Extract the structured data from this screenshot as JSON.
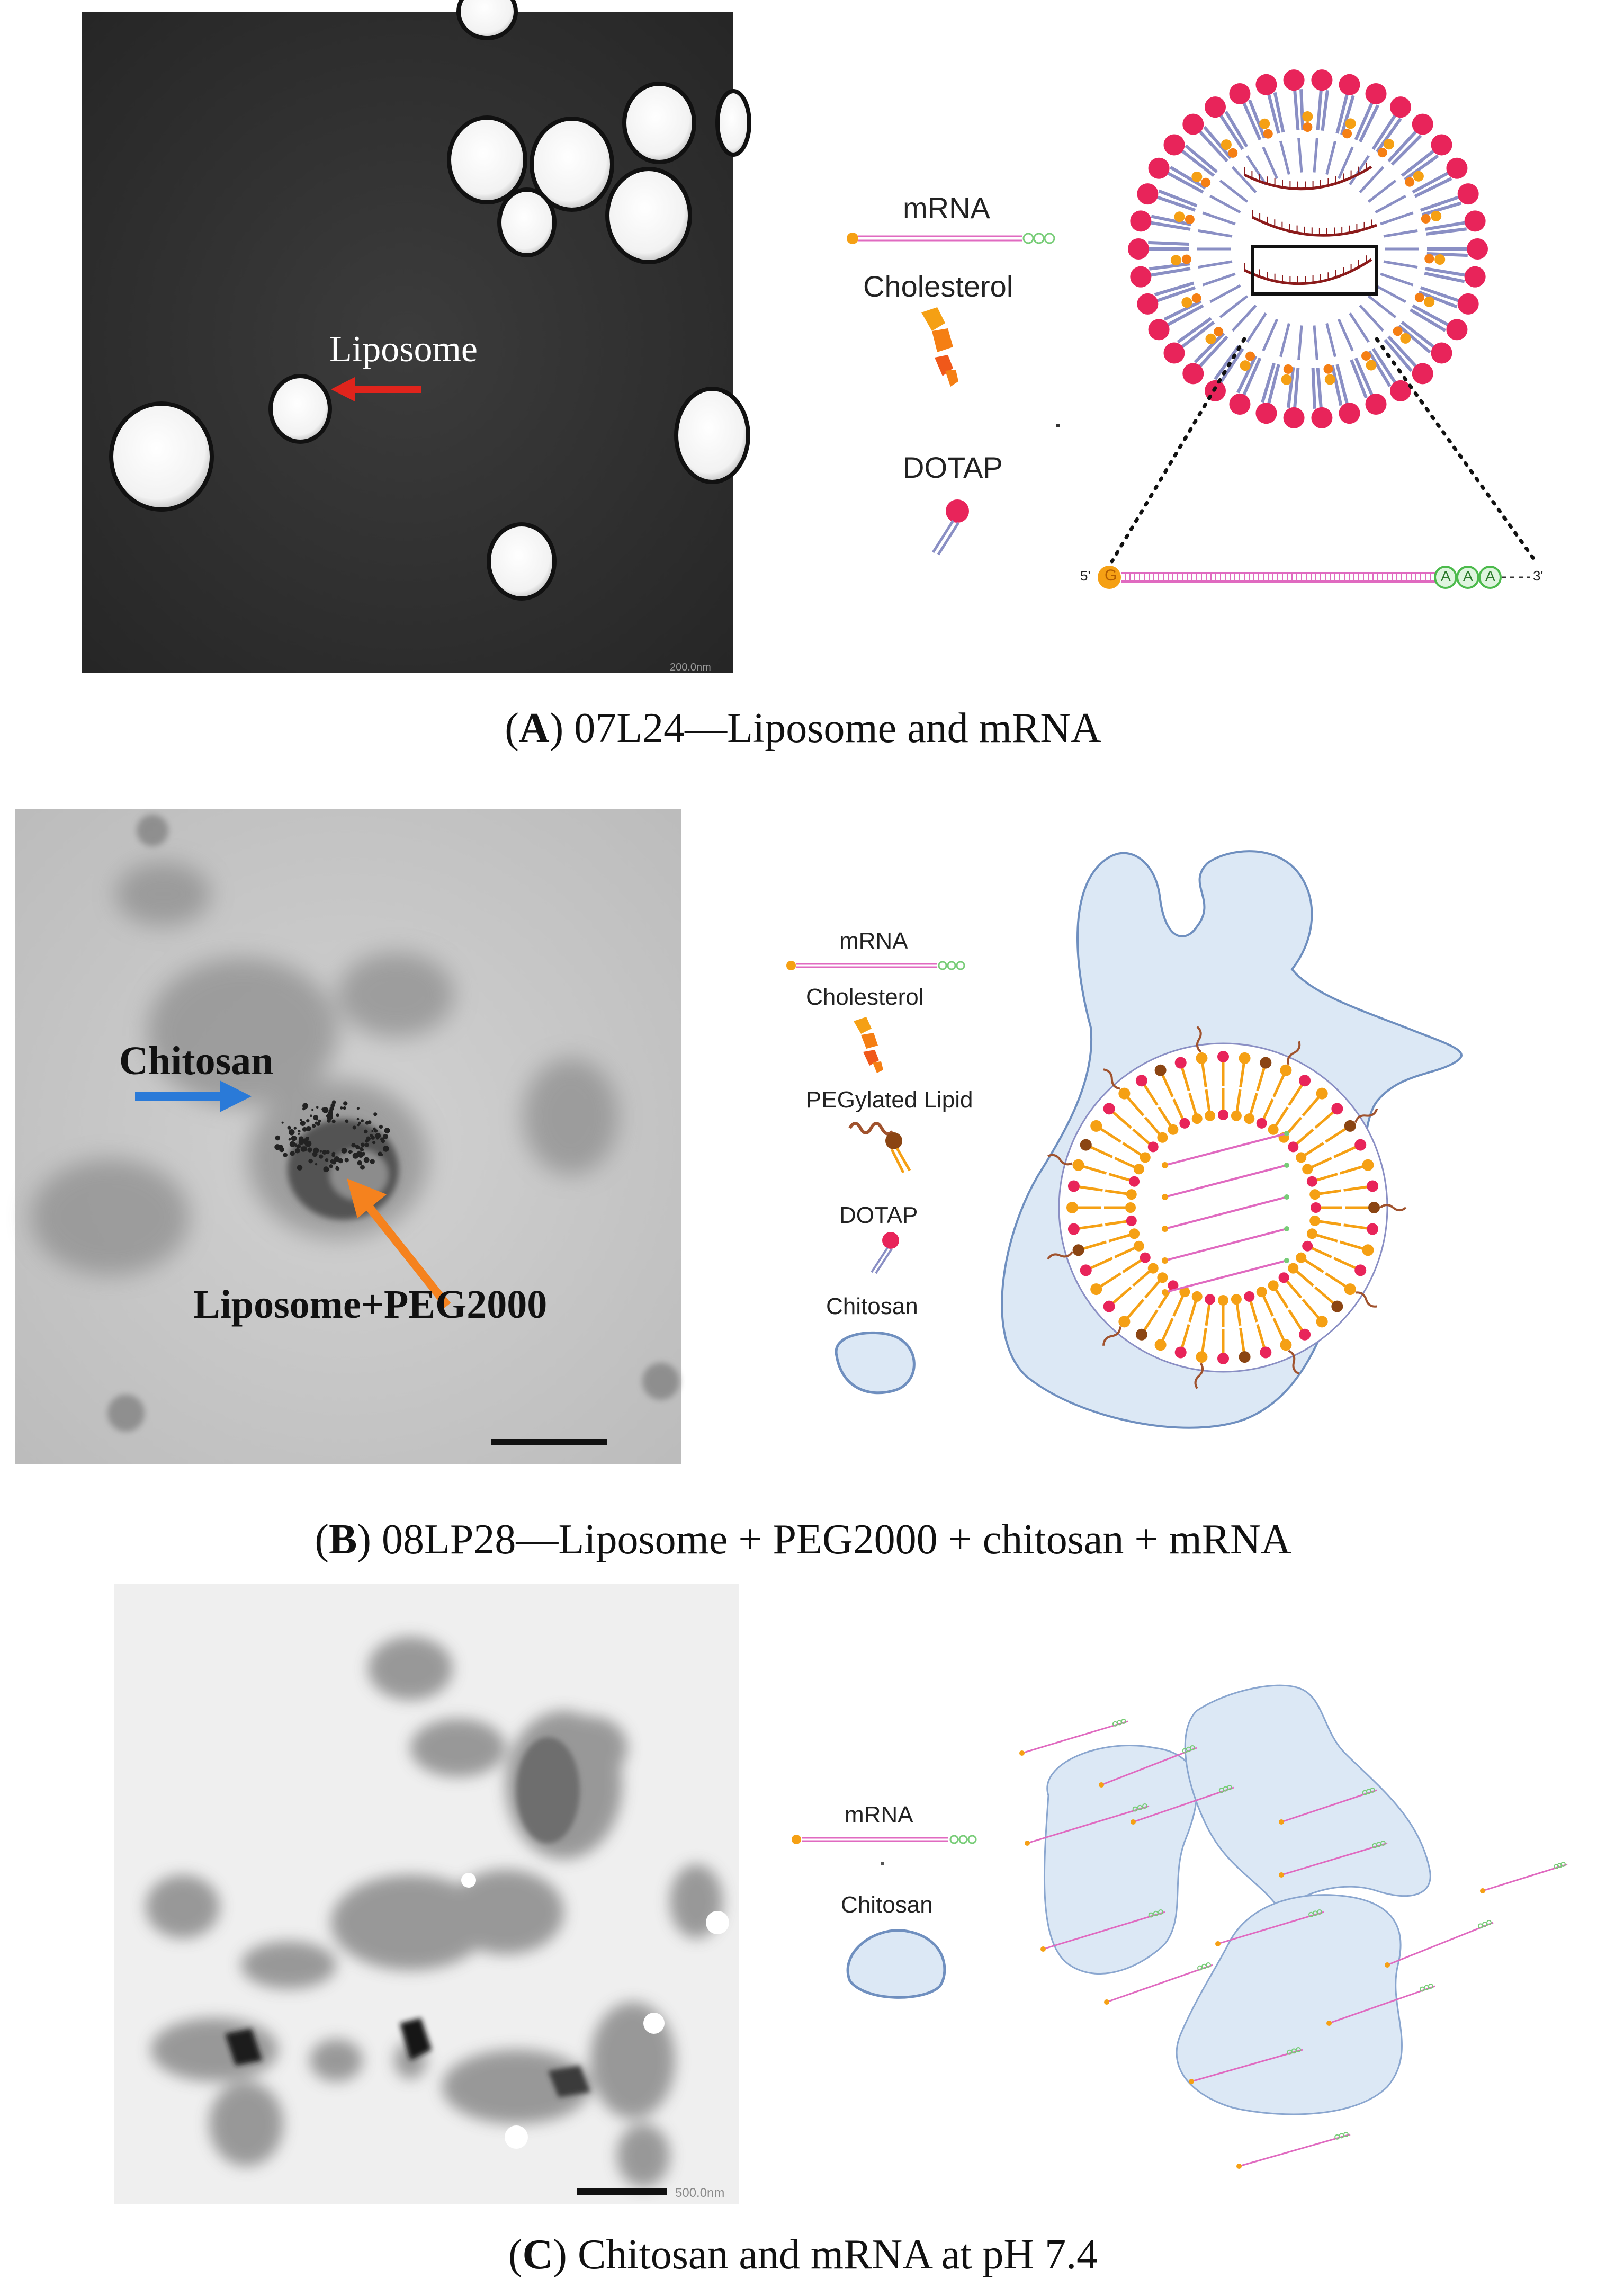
{
  "panel_a": {
    "caption_letter": "A",
    "caption_text": "07L24—Liposome and mRNA",
    "tem_label": "Liposome",
    "legend": [
      "mRNA",
      "Cholesterol",
      "DOTAP"
    ],
    "seq_5prime": "5'",
    "seq_cap": "G",
    "seq_3prime": "3'",
    "poly_a": "A"
  },
  "panel_b": {
    "caption_letter": "B",
    "caption_text": "08LP28—Liposome + PEG2000 + chitosan + mRNA",
    "tem_label_chitosan": "Chitosan",
    "tem_label_liposome": "Liposome+PEG2000",
    "legend": [
      "mRNA",
      "Cholesterol",
      "PEGylated Lipid",
      "DOTAP",
      "Chitosan"
    ]
  },
  "panel_c": {
    "caption_letter": "C",
    "caption_text": "Chitosan and mRNA at pH 7.4",
    "scale_text": "500.0nm",
    "legend": [
      "mRNA",
      "Chitosan"
    ]
  },
  "colors": {
    "head": "#e8245a",
    "tail": "#8a8fc4",
    "cholesterol": "#f5a014",
    "chitosan_fill": "#dce8f5",
    "chitosan_stroke": "#6f8fbf",
    "mrna": "#e06ac0",
    "red_arrow": "#e0241c",
    "blue_arrow": "#2a7ad8",
    "orange_arrow": "#f5821e"
  }
}
